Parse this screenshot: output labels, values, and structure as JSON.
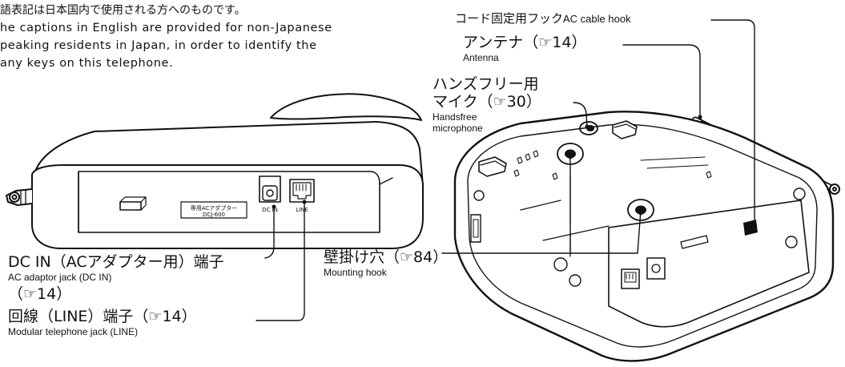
{
  "note": {
    "jp": "語表記は日本国内で使用される方へのものです。",
    "en_lines": [
      "he captions in English are provided for non-Japanese",
      "peaking residents in Japan, in order to identify the",
      "any keys on this telephone."
    ]
  },
  "base_unit_back": {
    "adaptor_sticker": {
      "line1": "専用ACアダプター",
      "line2": "DCJ-600"
    },
    "jack_labels": {
      "dc_in": "DC IN",
      "line": "LINE"
    },
    "callouts": {
      "dc_in": {
        "jp": "DC IN（ACアダプター用）端子",
        "en": "AC adaptor jack (DC IN)",
        "ref": "（☞14）"
      },
      "line": {
        "jp": "回線（LINE）端子（☞14）",
        "en": "Modular telephone jack (LINE)"
      }
    }
  },
  "base_unit_bottom": {
    "callouts": {
      "cord_hook": {
        "jp": "コード固定用フック",
        "en": "AC cable hook"
      },
      "antenna": {
        "jp": "アンテナ（☞14）",
        "en": "Antenna"
      },
      "mic": {
        "jp_line1": "ハンズフリー用",
        "jp_line2": "マイク（☞30）",
        "en_line1": "Handsfree",
        "en_line2": "microphone"
      },
      "mount": {
        "jp": "壁掛け穴（☞84）",
        "en": "Mounting hook"
      }
    }
  }
}
